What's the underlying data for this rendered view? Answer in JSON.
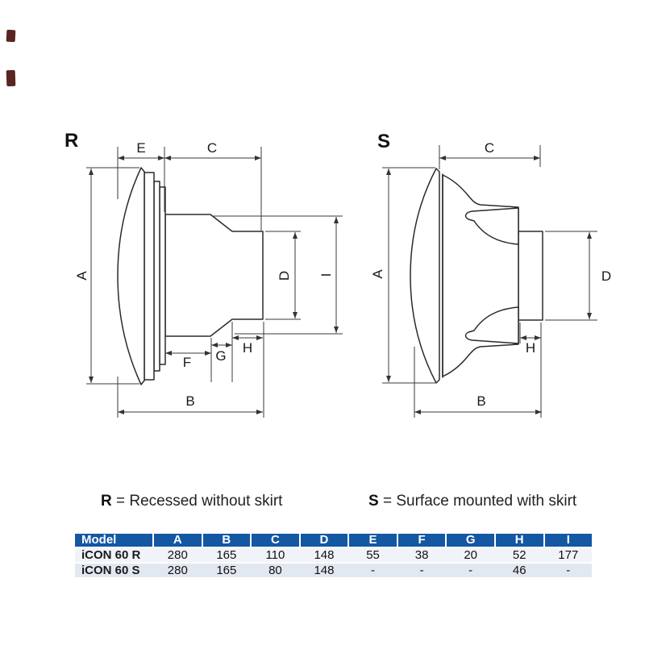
{
  "diagrams": {
    "r": {
      "label": "R",
      "dims": {
        "A": "A",
        "B": "B",
        "C": "C",
        "D": "D",
        "E": "E",
        "F": "F",
        "G": "G",
        "H": "H",
        "I": "I"
      }
    },
    "s": {
      "label": "S",
      "dims": {
        "A": "A",
        "B": "B",
        "C": "C",
        "D": "D",
        "H": "H"
      }
    }
  },
  "legend": {
    "r_key": "R",
    "r_desc": "= Recessed without skirt",
    "s_key": "S",
    "s_desc": "= Surface mounted with skirt"
  },
  "table": {
    "headers": [
      "Model",
      "A",
      "B",
      "C",
      "D",
      "E",
      "F",
      "G",
      "H",
      "I"
    ],
    "rows": [
      {
        "model": "iCON 60 R",
        "values": [
          "280",
          "165",
          "110",
          "148",
          "55",
          "38",
          "20",
          "52",
          "177"
        ]
      },
      {
        "model": "iCON 60 S",
        "values": [
          "280",
          "165",
          "80",
          "148",
          "-",
          "-",
          "-",
          "46",
          "-"
        ]
      }
    ]
  },
  "colors": {
    "table_header_bg": "#1457a3",
    "table_header_text": "#ffffff",
    "row_light": "#f0f3f8",
    "row_shaded": "#e2e8f1",
    "outline": "#2b2b2b",
    "dimension": "#3a3a3a",
    "artifact_mark": "#4a130e"
  }
}
